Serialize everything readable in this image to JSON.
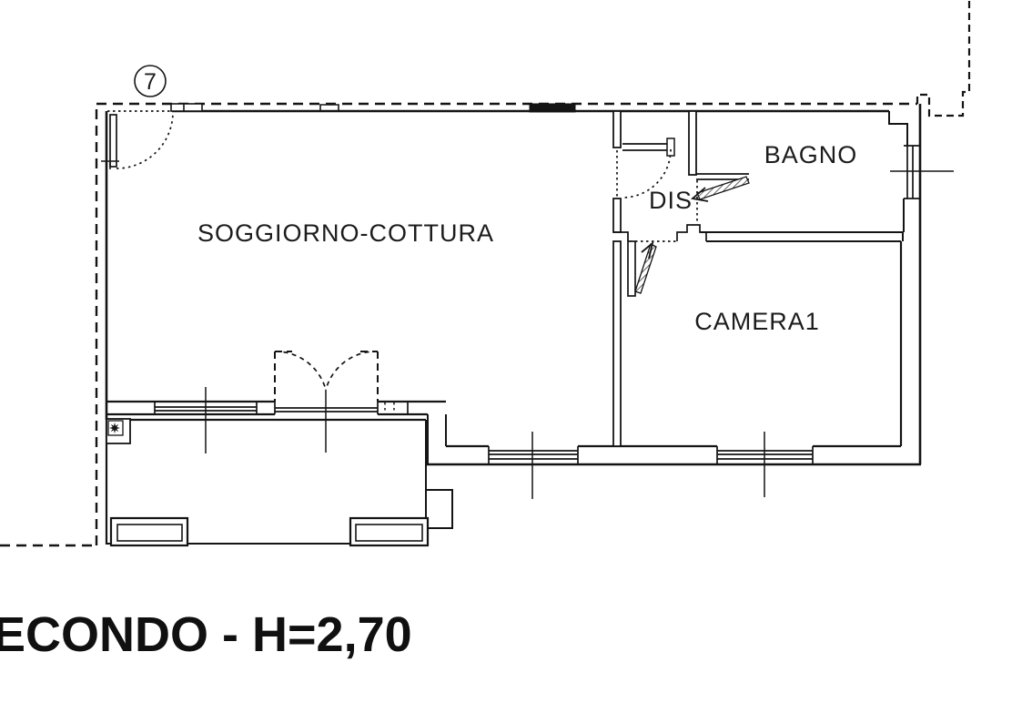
{
  "plan": {
    "unit_badge": "7",
    "rooms": [
      {
        "id": "soggiorno-cottura",
        "label": "SOGGIORNO-COTTURA"
      },
      {
        "id": "dis",
        "label": "DIS"
      },
      {
        "id": "bagno",
        "label": "BAGNO"
      },
      {
        "id": "camera1",
        "label": "CAMERA1"
      }
    ],
    "floor_title": "ECONDO - H=2,70",
    "colors": {
      "line": "#141414",
      "background": "#ffffff",
      "text": "#1c1c1c"
    }
  }
}
